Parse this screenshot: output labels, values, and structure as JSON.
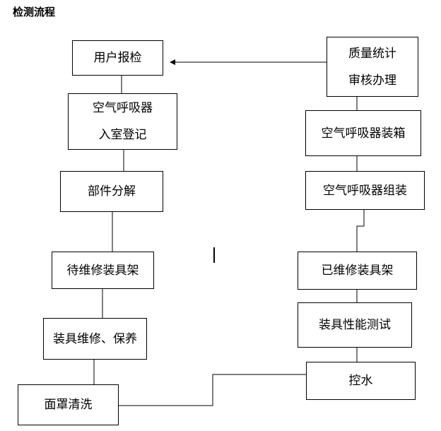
{
  "page": {
    "title": "检测流程"
  },
  "flow": {
    "left": [
      {
        "lines": [
          "用户报检"
        ]
      },
      {
        "lines": [
          "空气呼吸器",
          "入室登记"
        ]
      },
      {
        "lines": [
          "部件分解"
        ]
      },
      {
        "lines": [
          "待维修装具架"
        ]
      },
      {
        "lines": [
          "装具维修、保养"
        ]
      },
      {
        "lines": [
          "面罩清洗"
        ]
      }
    ],
    "right": [
      {
        "lines": [
          "质量统计",
          "审核办理"
        ]
      },
      {
        "lines": [
          "空气呼吸器装箱"
        ]
      },
      {
        "lines": [
          "空气呼吸器组装"
        ]
      },
      {
        "lines": [
          "已维修装具架"
        ]
      },
      {
        "lines": [
          "装具性能测试"
        ]
      },
      {
        "lines": [
          "控水"
        ]
      }
    ]
  }
}
